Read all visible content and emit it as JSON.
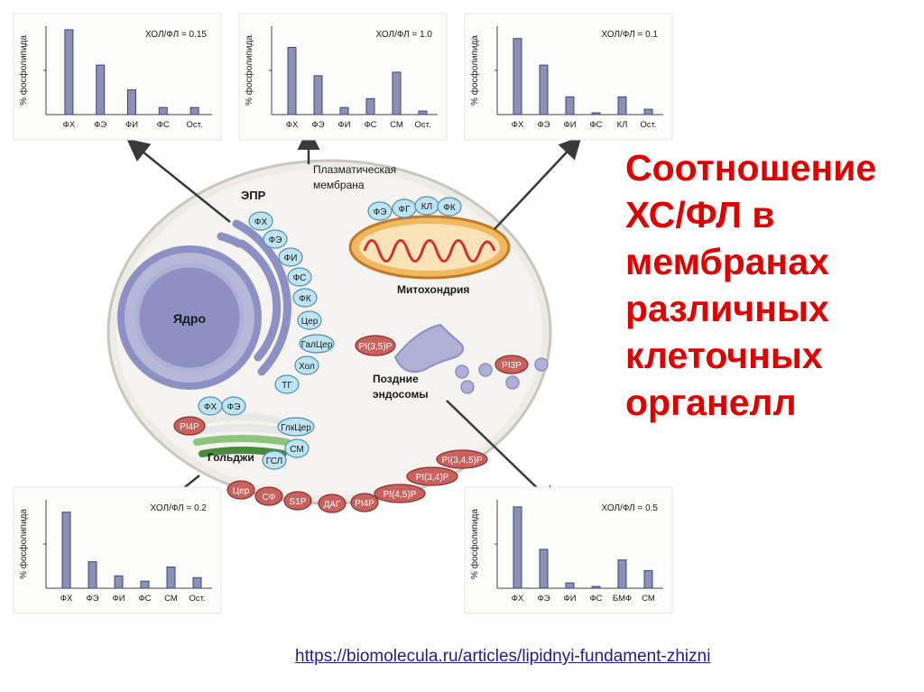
{
  "slide": {
    "title_lines": [
      "Соотношение",
      "ХС/ФЛ в",
      "мембранах",
      "различных",
      "клеточных",
      "органелл"
    ],
    "source_link": "https://biomolecula.ru/articles/lipidnyi-fundament-zhizni"
  },
  "chart_data": [
    {
      "type": "bar",
      "ylabel": "% фосфолипида",
      "annotation": "ХОЛ/ФЛ = 0.15",
      "categories": [
        "ФХ",
        "ФЭ",
        "ФИ",
        "ФС",
        "Ост."
      ],
      "values": [
        48,
        28,
        14,
        4,
        4
      ],
      "ylim": [
        0,
        50
      ],
      "grid": false,
      "color": "#8a91b4"
    },
    {
      "type": "bar",
      "ylabel": "% фосфолипида",
      "annotation": "ХОЛ/ФЛ = 1.0",
      "categories": [
        "ФХ",
        "ФЭ",
        "ФИ",
        "ФС",
        "СМ",
        "Ост."
      ],
      "values": [
        38,
        22,
        4,
        9,
        24,
        2
      ],
      "ylim": [
        0,
        50
      ],
      "grid": false,
      "color": "#8a91b4"
    },
    {
      "type": "bar",
      "ylabel": "% фосфолипида",
      "annotation": "ХОЛ/ФЛ = 0.1",
      "categories": [
        "ФХ",
        "ФЭ",
        "ФИ",
        "ФС",
        "КЛ",
        "Ост."
      ],
      "values": [
        43,
        28,
        10,
        1,
        10,
        3
      ],
      "ylim": [
        0,
        50
      ],
      "grid": false,
      "color": "#8a91b4"
    },
    {
      "type": "bar",
      "ylabel": "% фосфолипида",
      "annotation": "ХОЛ/ФЛ = 0.2",
      "categories": [
        "ФХ",
        "ФЭ",
        "ФИ",
        "ФС",
        "СМ",
        "Ост."
      ],
      "values": [
        43,
        15,
        7,
        4,
        12,
        6
      ],
      "ylim": [
        0,
        50
      ],
      "grid": false,
      "color": "#8a91b4"
    },
    {
      "type": "bar",
      "ylabel": "% фосфолипида",
      "annotation": "ХОЛ/ФЛ = 0.5",
      "categories": [
        "ФХ",
        "ФЭ",
        "ФИ",
        "ФС",
        "БМФ",
        "СМ"
      ],
      "values": [
        46,
        22,
        3,
        1,
        16,
        10
      ],
      "ylim": [
        0,
        50
      ],
      "grid": false,
      "color": "#8a91b4"
    }
  ],
  "diagram": {
    "nucleus_label": "Ядро",
    "er_label": "ЭПР",
    "er_lipids": [
      "ФХ",
      "ФЭ",
      "ФИ",
      "ФС",
      "ФК",
      "Цер",
      "ГалЦер",
      "Хол",
      "ТГ"
    ],
    "plasma_membrane_label": [
      "Плазматическая",
      "мембрана"
    ],
    "mito_lipids": [
      "ФЭ",
      "ФГ",
      "КЛ",
      "ФК"
    ],
    "mito_label": "Митохондрия",
    "endosome_label": [
      "Поздние",
      "эндосомы"
    ],
    "endosome_pi": [
      "PI(3,5)P",
      "PI3P"
    ],
    "golgi_label": "Гольджи",
    "golgi_blue": [
      "ФХ",
      "ФЭ",
      "ГлкЦер",
      "СМ",
      "ГСЛ"
    ],
    "golgi_red": "PI4P",
    "pm_red": [
      {
        "label": "Цер"
      },
      {
        "label": "СФ"
      },
      {
        "label": "S1P"
      },
      {
        "label": "ДАГ"
      },
      {
        "label": "PI4P"
      },
      {
        "label": "PI(4,5)P"
      },
      {
        "label": "PI(3,4)P"
      },
      {
        "label": "PI(3,4,5)P"
      }
    ]
  },
  "colors": {
    "title": "#e00000",
    "link": "#1f1f8c",
    "bar": "#8a91b4",
    "lipid_blue": "#bfe3f1",
    "lipid_red": "#c9625f",
    "cell_fill": "#ecebe4",
    "golgi_green": "#4a8a3c",
    "mito_orange": "#f0b860",
    "nucleus": "#8d90c3"
  }
}
